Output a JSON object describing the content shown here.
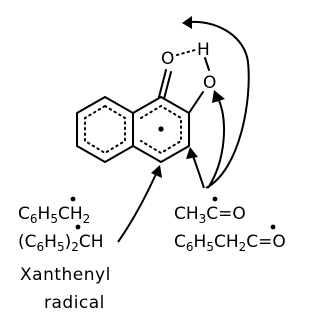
{
  "molecule": {
    "atom_o_top": "O",
    "atom_h": "H",
    "atom_o_right": "O"
  },
  "radicals_left": {
    "benzyl_formula": [
      "C",
      "6",
      "H",
      "5",
      "CH",
      "2"
    ],
    "diphenylmethyl_formula": [
      "(C",
      "6",
      "H",
      "5",
      ")",
      "2",
      "CH"
    ],
    "xanthenyl_line1": "Xanthenyl",
    "xanthenyl_line2": "radical"
  },
  "radicals_right": {
    "acetyl_formula": [
      "CH",
      "3",
      "C",
      "=O"
    ],
    "phenylacetyl_formula": [
      "C",
      "6",
      "H",
      "5",
      "CH",
      "2",
      "C",
      "=O"
    ]
  },
  "colors": {
    "ink": "#000000",
    "background": "#ffffff"
  }
}
